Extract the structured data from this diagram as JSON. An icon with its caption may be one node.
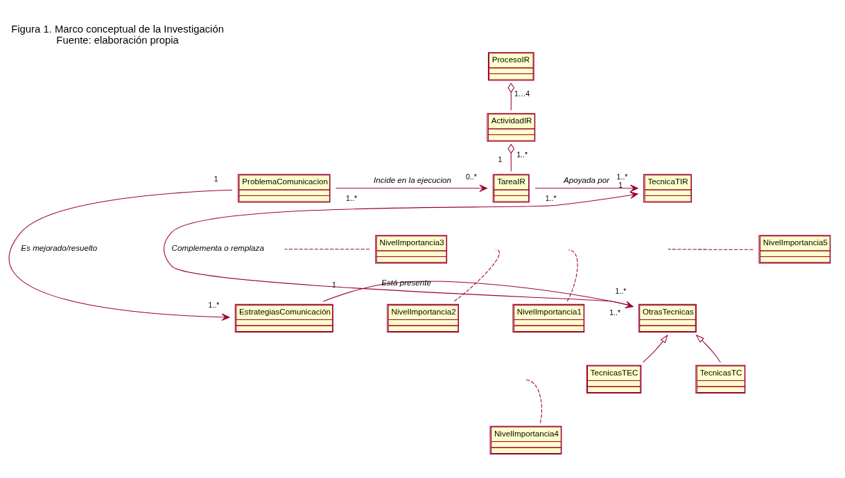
{
  "diagram": {
    "title": "Figura 1. Marco conceptual de la Investigación",
    "caption": "Fuente: elaboración propia",
    "nodes": [
      {
        "text": [
          "ProcesoIR"
        ]
      },
      {
        "text": [
          "ActividadIR"
        ]
      },
      {
        "text": [
          "TareaIR"
        ]
      },
      {
        "text": [
          "ProblemaComunicacion"
        ]
      },
      {
        "text": [
          "TecnicaTIR"
        ]
      },
      {
        "text": [
          "NivelImportancia2"
        ]
      },
      {
        "text": [
          "NivelImportancia1"
        ]
      },
      {
        "text": [
          "NivelImportancia3"
        ]
      },
      {
        "text": [
          "EstrategiasComunicación"
        ]
      },
      {
        "text": [
          "NivelImportancia5"
        ]
      },
      {
        "text": [
          "OtrasTecnicas"
        ]
      },
      {
        "text": [
          "NivelImportancia4"
        ]
      },
      {
        "text": [
          "TecnicasTEC"
        ]
      },
      {
        "text": [
          "TecnicasTC"
        ]
      }
    ],
    "edges": [
      {
        "from": 0,
        "to": 1,
        "arrow": "other"
      },
      {
        "from": 1,
        "to": 2,
        "arrow": "other"
      },
      {
        "from": 3,
        "to": 2,
        "arrow": "to",
        "label": "Incide en la ejecucion"
      },
      {
        "from": 2,
        "to": 4,
        "arrow": "to",
        "label": "Apoyada por"
      },
      {
        "from": 3,
        "to": 8,
        "arrow": "to",
        "label": "Es mejorado/resuelto"
      },
      {
        "from": 8,
        "to": 10,
        "arrow": "to",
        "label": "Está presente"
      },
      {
        "from": 10,
        "to": 4,
        "arrow": "to",
        "label": "Complementa o remplaza"
      },
      {
        "from": 12,
        "to": 10,
        "arrow": "to"
      },
      {
        "from": 13,
        "to": 10,
        "arrow": "to"
      },
      {
        "from": 5,
        "to": null,
        "arrow": "none",
        "style": "dashed"
      },
      {
        "from": 6,
        "to": null,
        "arrow": "none",
        "style": "dashed"
      },
      {
        "from": 7,
        "to": null,
        "arrow": "none",
        "style": "dashed"
      },
      {
        "from": 9,
        "to": null,
        "arrow": "none",
        "style": "dashed"
      },
      {
        "from": 11,
        "to": null,
        "arrow": "none",
        "style": "dashed"
      }
    ],
    "labels": [
      "1…4",
      "1",
      "1..*",
      "1..*",
      "0..*",
      "1..*",
      "1..*",
      "1",
      "1",
      "1..*",
      "1..*",
      "1",
      "1..*"
    ]
  }
}
